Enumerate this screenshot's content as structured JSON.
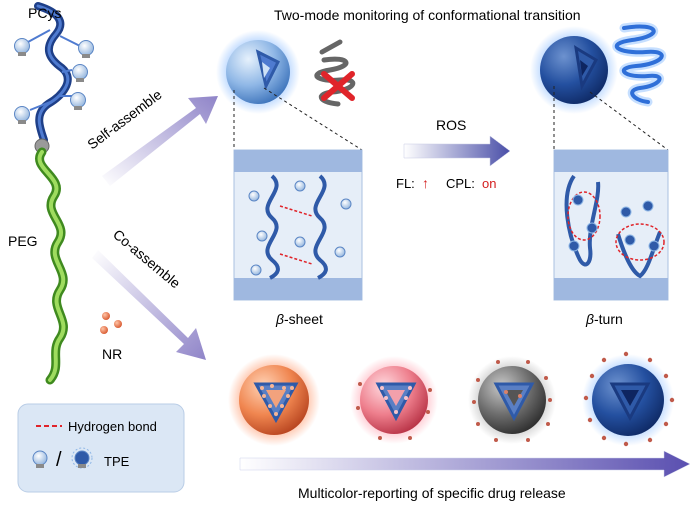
{
  "labels": {
    "pcys": "PCys",
    "peg": "PEG",
    "nr": "NR",
    "self_assemble": "Self-assemble",
    "co_assemble": "Co-assemble",
    "top_title": "Two-mode monitoring of conformational transition",
    "ros": "ROS",
    "fl": "FL:",
    "fl_arrow": "↑",
    "cpl": "CPL:",
    "cpl_state": "on",
    "beta_sheet_greek": "β",
    "beta_sheet_rest": "-sheet",
    "beta_turn_greek": "β",
    "beta_turn_rest": "-turn",
    "bottom_title": "Multicolor-reporting of specific drug release"
  },
  "legend": {
    "hydrogen_bond": "Hydrogen bond",
    "slash": "/",
    "tpe": "TPE"
  },
  "colors": {
    "peg_green": "#7cc242",
    "pcys_blue": "#2f5aa8",
    "nr_orange": "#e8704a",
    "hbond_red": "#e0242a",
    "panel_blue": "#9fb8e0",
    "cpl_on_red": "#d42020"
  }
}
